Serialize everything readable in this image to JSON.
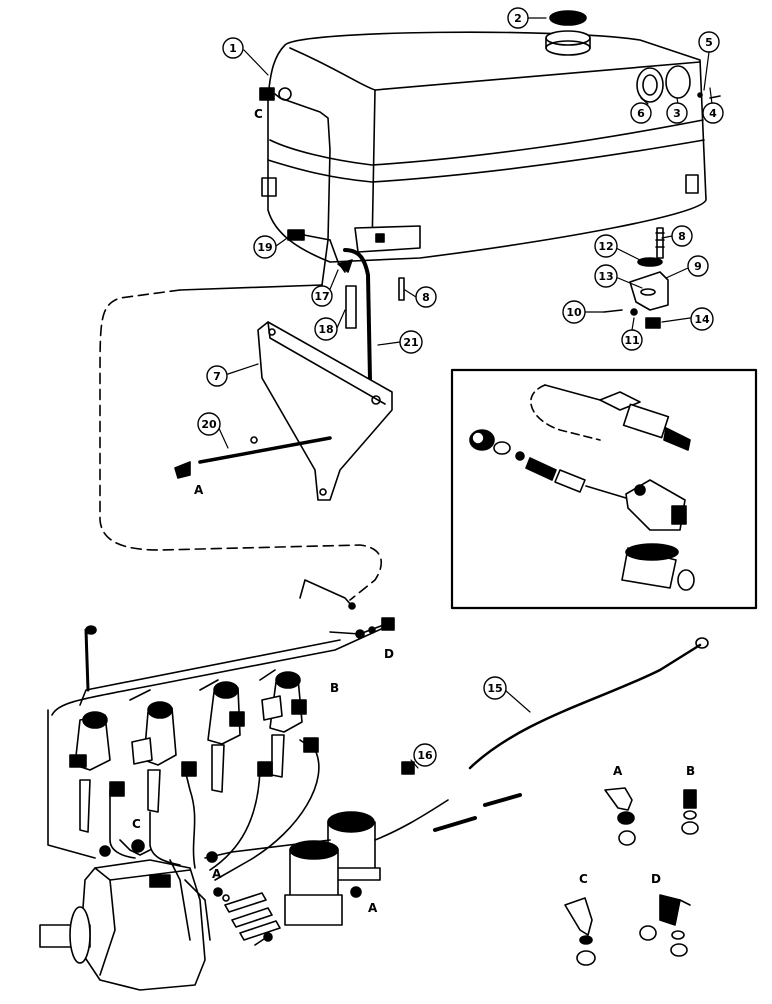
{
  "callouts": {
    "c1": "1",
    "c2": "2",
    "c3": "3",
    "c4": "4",
    "c5": "5",
    "c6": "6",
    "c7": "7",
    "c8a": "8",
    "c8b": "8",
    "c9": "9",
    "c10": "10",
    "c11": "11",
    "c12": "12",
    "c13": "13",
    "c14": "14",
    "c15": "15",
    "c16": "16",
    "c17": "17",
    "c18": "18",
    "c19": "19",
    "c20": "20",
    "c21": "21"
  },
  "letters": {
    "tank_c": "C",
    "bracket_a": "A",
    "fitting_d": "D",
    "injector_b": "B",
    "pump_c": "C",
    "pump_a": "A",
    "filter_a": "A",
    "detail_a": "A",
    "detail_b": "B",
    "detail_c": "C",
    "detail_d": "D"
  }
}
